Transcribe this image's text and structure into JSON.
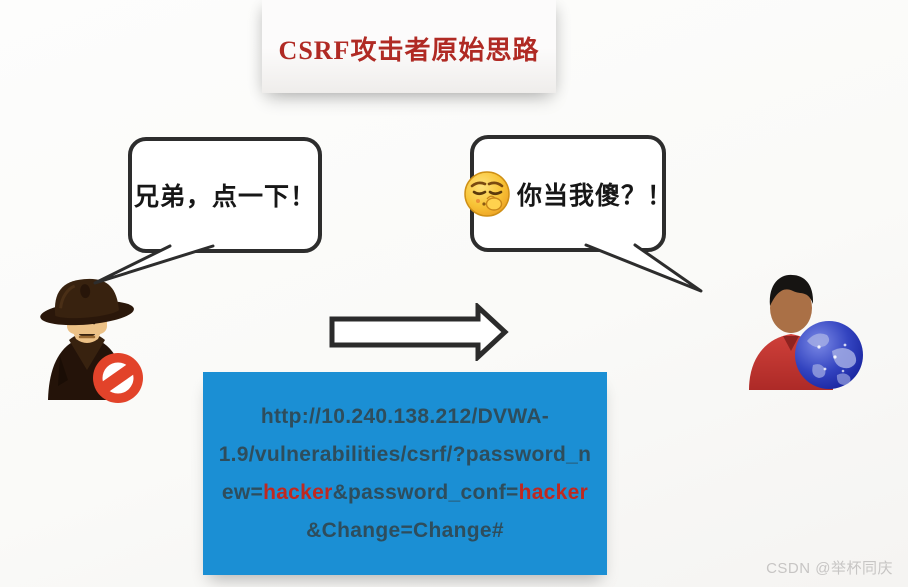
{
  "title": {
    "text": "CSRF攻击者原始思路",
    "color": "#b02a24"
  },
  "speech": {
    "attacker_bubble": {
      "text": "兄弟，点一下！"
    },
    "victim_bubble": {
      "text": "你当我傻？！",
      "emoji": "smug-face-emoji"
    }
  },
  "actors": {
    "attacker": "hacker-spy-with-no-sign",
    "victim": "user-with-globe"
  },
  "url_box": {
    "background": "#1b8fd4",
    "text_color": "#2e4d5c",
    "highlight_color": "#c0281f",
    "lines": [
      [
        {
          "t": "http://10.240.138.212/DVWA-",
          "h": false
        }
      ],
      [
        {
          "t": "1.9/vulnerabilities/csrf/?password_n",
          "h": false
        }
      ],
      [
        {
          "t": "ew=",
          "h": false
        },
        {
          "t": "hacker",
          "h": true
        },
        {
          "t": "&password_conf=",
          "h": false
        },
        {
          "t": "hacker",
          "h": true
        }
      ],
      [
        {
          "t": "&Change=Change#",
          "h": false
        }
      ]
    ]
  },
  "watermark": {
    "text": "CSDN @举杯同庆"
  }
}
